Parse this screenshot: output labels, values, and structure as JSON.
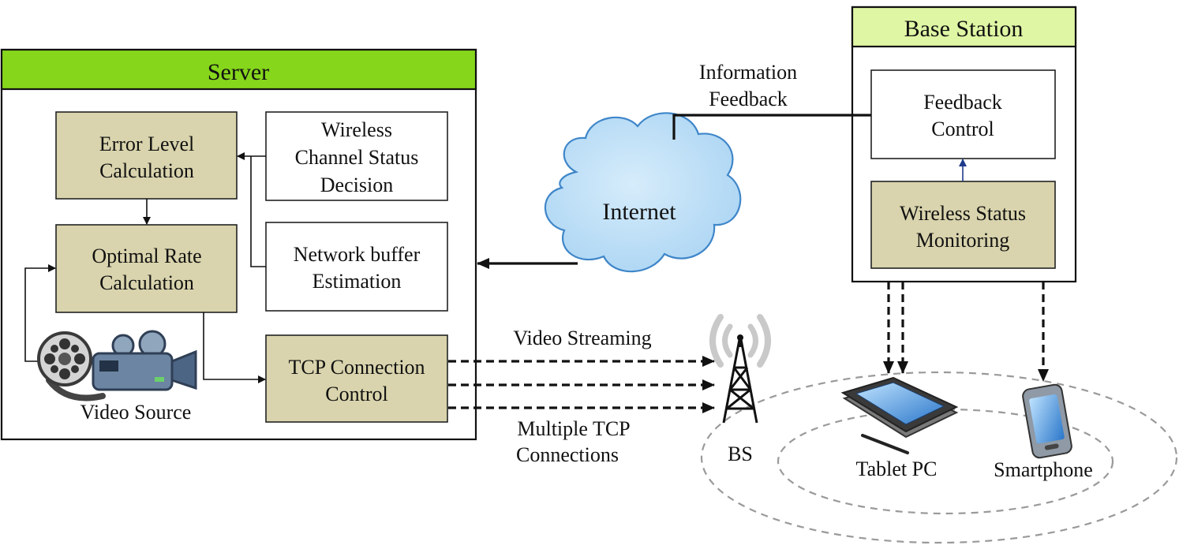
{
  "server": {
    "title": "Server",
    "error_level": [
      "Error Level",
      "Calculation"
    ],
    "optimal_rate": [
      "Optimal Rate",
      "Calculation"
    ],
    "wireless_channel": [
      "Wireless",
      "Channel Status",
      "Decision"
    ],
    "network_buffer": [
      "Network buffer",
      "Estimation"
    ],
    "tcp_control": [
      "TCP Connection",
      "Control"
    ],
    "video_source": "Video Source"
  },
  "base_station": {
    "title": "Base Station",
    "feedback_control": [
      "Feedback",
      "Control"
    ],
    "wireless_monitoring": [
      "Wireless Status",
      "Monitoring"
    ]
  },
  "internet": "Internet",
  "information_feedback": [
    "Information",
    "Feedback"
  ],
  "video_streaming": "Video Streaming",
  "multiple_tcp": [
    "Multiple TCP",
    "Connections"
  ],
  "bs_label": "BS",
  "tablet_label": "Tablet PC",
  "smartphone_label": "Smartphone",
  "colors": {
    "server_header": "#86d61c",
    "base_station_header": "#dff6a4",
    "tan_box": "#d9d4ad",
    "feedback_arrow": "#1f3a8a"
  }
}
